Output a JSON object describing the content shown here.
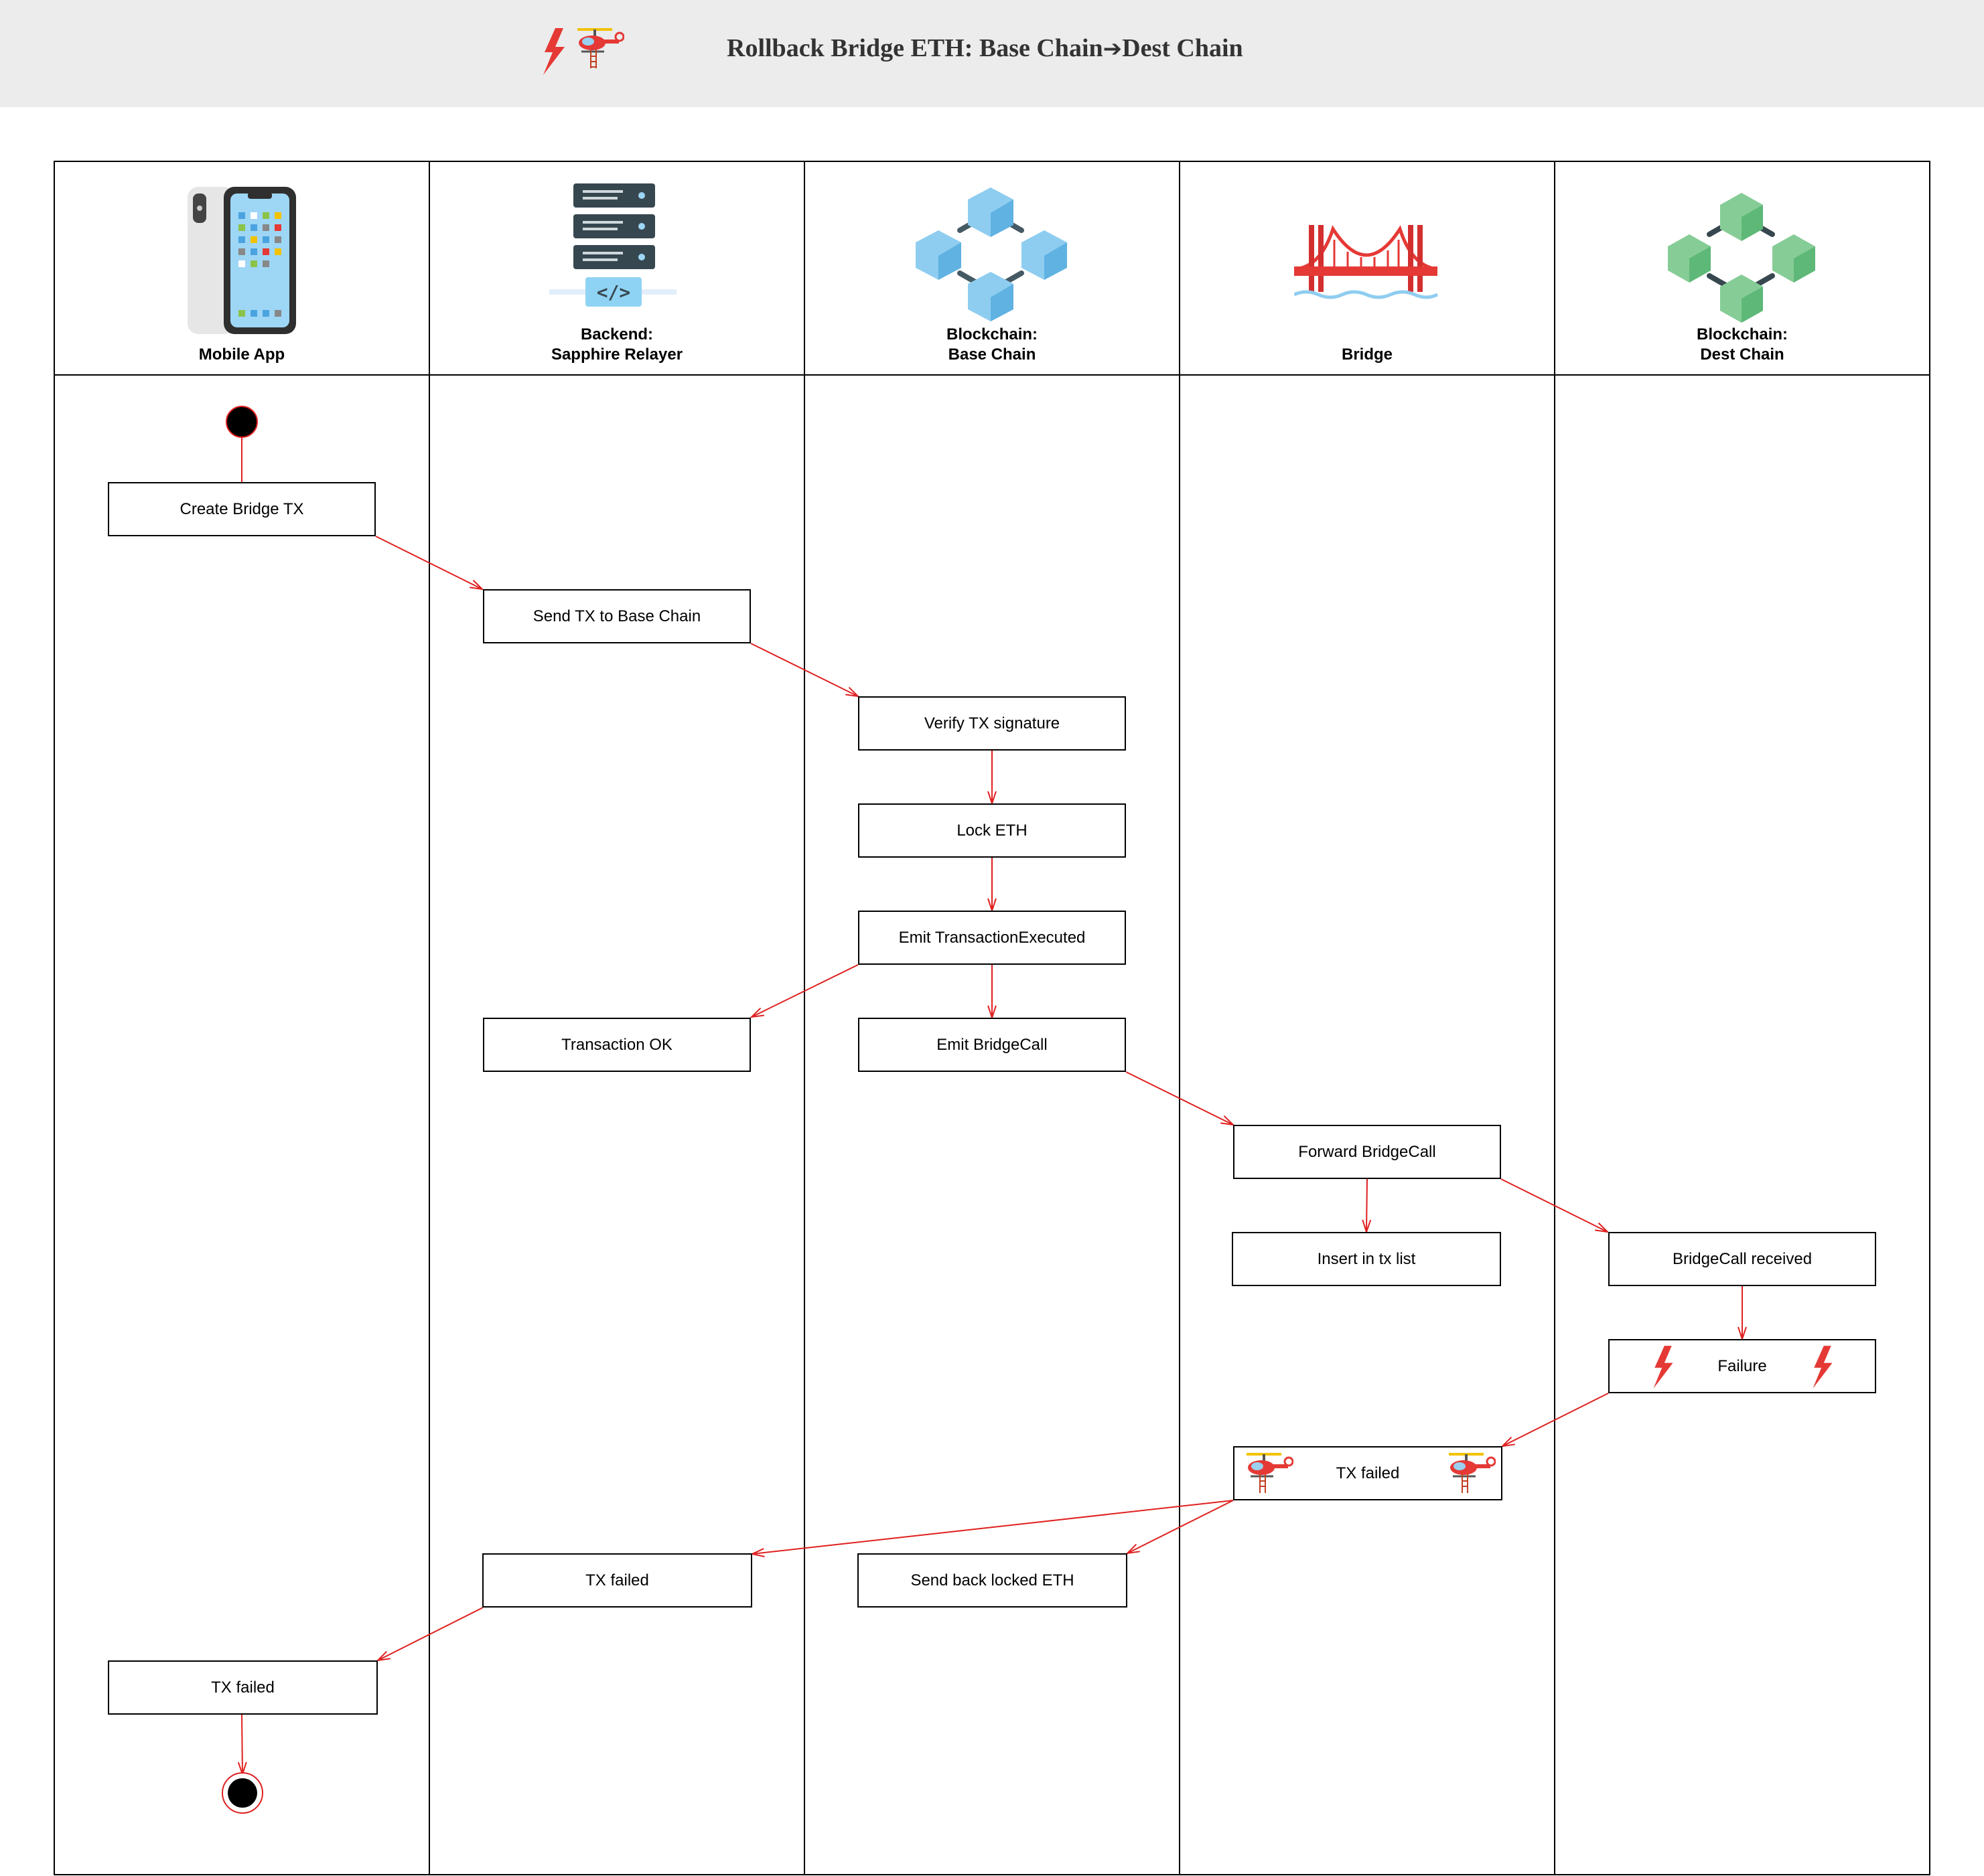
{
  "header": {
    "title": "Rollback Bridge ETH: Base Chain",
    "title_arrow": "➔",
    "title_dest": "Dest Chain"
  },
  "lanes": [
    {
      "label": "Mobile App",
      "icon": "smartphone-icon"
    },
    {
      "label": "Backend:\nSapphire Relayer",
      "icon": "server-icon"
    },
    {
      "label": "Blockchain:\nBase Chain",
      "icon": "blockchain-blue-icon"
    },
    {
      "label": "Bridge",
      "icon": "bridge-icon"
    },
    {
      "label": "Blockchain:\nDest Chain",
      "icon": "blockchain-green-icon"
    }
  ],
  "nodes": {
    "create_bridge_tx": "Create Bridge TX",
    "send_tx_base": "Send TX to Base Chain",
    "verify_signature": "Verify TX signature",
    "lock_eth": "Lock ETH",
    "emit_tx_executed": "Emit TransactionExecuted",
    "transaction_ok": "Transaction OK",
    "emit_bridgecall": "Emit BridgeCall",
    "forward_bridgecall": "Forward BridgeCall",
    "insert_tx_list": "Insert in tx list",
    "bridgecall_received": "BridgeCall received",
    "failure": "Failure",
    "tx_failed_bridge": "TX failed",
    "tx_failed_backend": "TX failed",
    "send_back_eth": "Send back locked ETH",
    "tx_failed_mobile": "TX failed"
  },
  "icons": [
    "lightning-icon",
    "rescue-helicopter-icon"
  ],
  "colors": {
    "edge": "#e02020",
    "header_bg": "#ececec",
    "lightning": "#e53935"
  }
}
